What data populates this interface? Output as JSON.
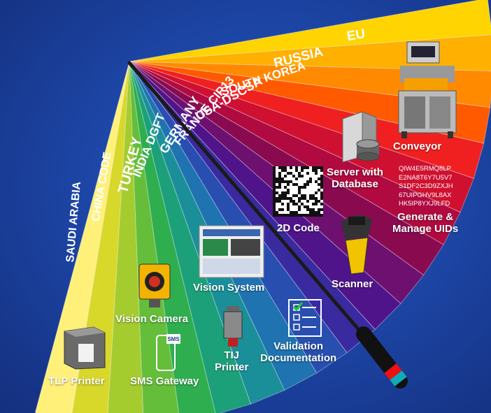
{
  "countries": [
    "EU",
    "RUSSIA",
    "SOUTH KOREA",
    "USA-DSCSA",
    "FRANCE CIP13",
    "GERMANY",
    "INDIA DGFT",
    "TURKEY",
    "CHINA CODE",
    "SAUDI ARABIA"
  ],
  "labels": {
    "conveyor": "Conveyor",
    "server": "Server with\nDatabase",
    "generate": "Generate &\nManage UIDs",
    "code2d": "2D Code",
    "scanner": "Scanner",
    "vision_system": "Vision System",
    "vision_camera": "Vision Camera",
    "tij_printer": "TIJ\nPrinter",
    "validation": "Validation\nDocumentation",
    "tlp_printer": "TLP Printer",
    "sms_gateway": "SMS Gateway",
    "sms_badge": "SMS"
  },
  "uids": [
    "QIW4E5RMQ8LP",
    "E2NA8T6Y7U5V7",
    "S1DF2C3D9ZXJH",
    "67UIPGHV9L8AX",
    "HK5IP8YXJ9LFD"
  ],
  "colors": {
    "panels": [
      "#ffd400",
      "#ffb000",
      "#ff8a00",
      "#ff5a00",
      "#f02020",
      "#d01030",
      "#b00a40",
      "#8a0a50",
      "#6e1070",
      "#50148a",
      "#3a2aa0",
      "#284eb0",
      "#1f73b0",
      "#1a8f9a",
      "#1ca07a",
      "#2fae50",
      "#64be3a",
      "#a4cc2e",
      "#d8d82a",
      "#fff07a"
    ]
  }
}
